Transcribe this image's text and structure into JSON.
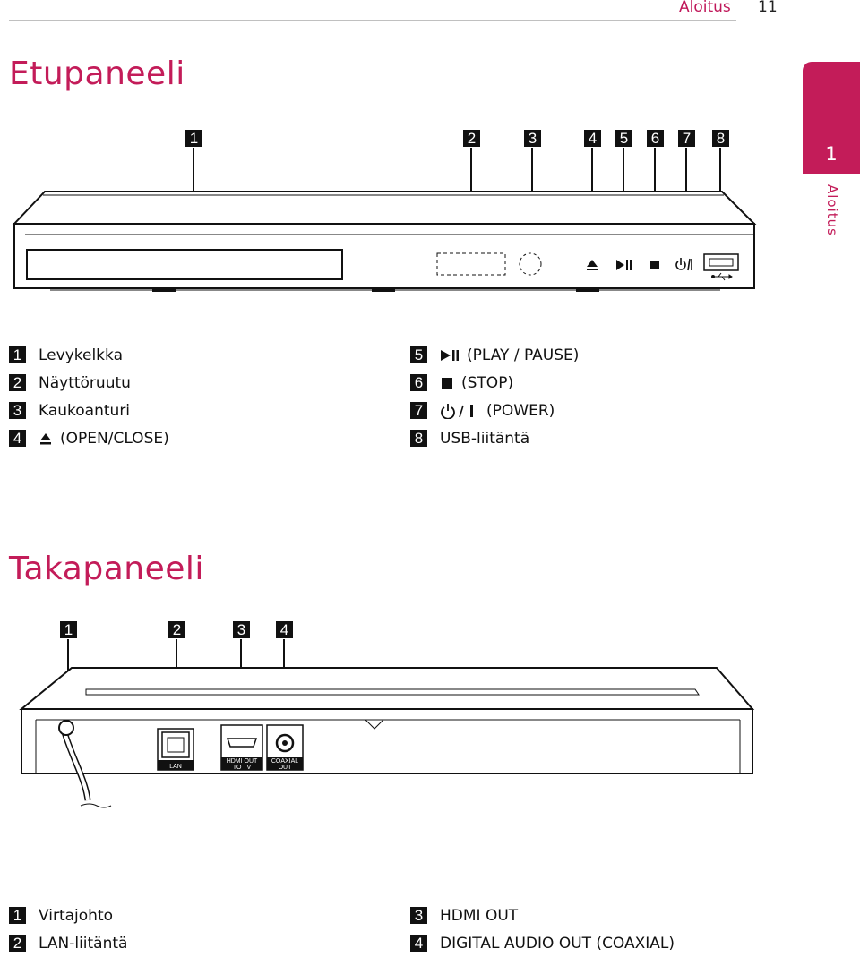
{
  "header": {
    "section": "Aloitus",
    "page": "11"
  },
  "chapter_tab": {
    "number": "1",
    "label": "Aloitus"
  },
  "front": {
    "title": "Etupaneeli",
    "callouts": [
      "1",
      "2",
      "3",
      "4",
      "5",
      "6",
      "7",
      "8"
    ],
    "legend_left": [
      {
        "num": "1",
        "text": "Levykelkka"
      },
      {
        "num": "2",
        "text": "Näyttöruutu"
      },
      {
        "num": "3",
        "text": "Kaukoanturi"
      },
      {
        "num": "4",
        "text": "(OPEN/CLOSE)",
        "icon": "eject-icon"
      }
    ],
    "legend_right": [
      {
        "num": "5",
        "text": "(PLAY / PAUSE)",
        "icon": "play-pause-icon"
      },
      {
        "num": "6",
        "text": "(STOP)",
        "icon": "stop-icon"
      },
      {
        "num": "7",
        "text": "(POWER)",
        "icon": "power-icon"
      },
      {
        "num": "8",
        "text": "USB-liitäntä"
      }
    ]
  },
  "rear": {
    "title": "Takapaneeli",
    "callouts": [
      "1",
      "2",
      "3",
      "4"
    ],
    "ports": {
      "lan": "LAN",
      "hdmi_1": "HDMI OUT",
      "hdmi_2": "TO TV",
      "coax_1": "COAXIAL",
      "coax_2": "OUT"
    },
    "legend_left": [
      {
        "num": "1",
        "text": "Virtajohto"
      },
      {
        "num": "2",
        "text": "LAN-liitäntä"
      }
    ],
    "legend_right": [
      {
        "num": "3",
        "text": "HDMI OUT"
      },
      {
        "num": "4",
        "text": "DIGITAL AUDIO OUT (COAXIAL)"
      }
    ]
  },
  "colors": {
    "accent": "#c31c59"
  }
}
